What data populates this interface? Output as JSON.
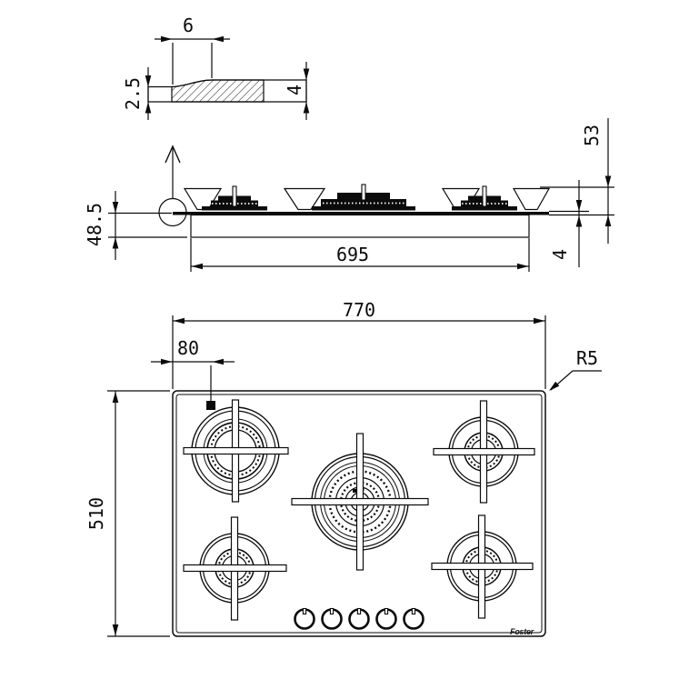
{
  "colors": {
    "line": "#0b0b0b",
    "background": "#ffffff"
  },
  "detail_view": {
    "chamfer_width": "6",
    "edge_thickness": "2.5",
    "full_thickness": "4"
  },
  "side_view": {
    "height_above_worktop": "53",
    "built_in_depth": "48.5",
    "body_width": "695",
    "glass_thickness": "4"
  },
  "plan_view": {
    "overall_width": "770",
    "ignition_offset": "80",
    "corner_radius": "R5",
    "overall_depth": "510",
    "brand": "Foster",
    "burner_count": 5,
    "knob_count": 5
  }
}
